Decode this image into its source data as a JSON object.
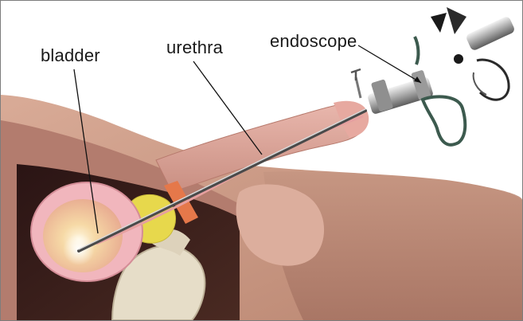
{
  "labels": {
    "bladder": "bladder",
    "urethra": "urethra",
    "endoscope": "endoscope"
  },
  "colors": {
    "skin": "#c99a85",
    "skin_dark": "#8a5a4d",
    "tissue_pink": "#e8a7a6",
    "bladder_wall": "#f0b3ba",
    "bladder_inner": "#f5d9a8",
    "prostate": "#e8d94a",
    "metal": "#b0b0b0",
    "frame_border": "#7d7d7d"
  },
  "icons": {
    "instrument": "endoscope-icon"
  }
}
